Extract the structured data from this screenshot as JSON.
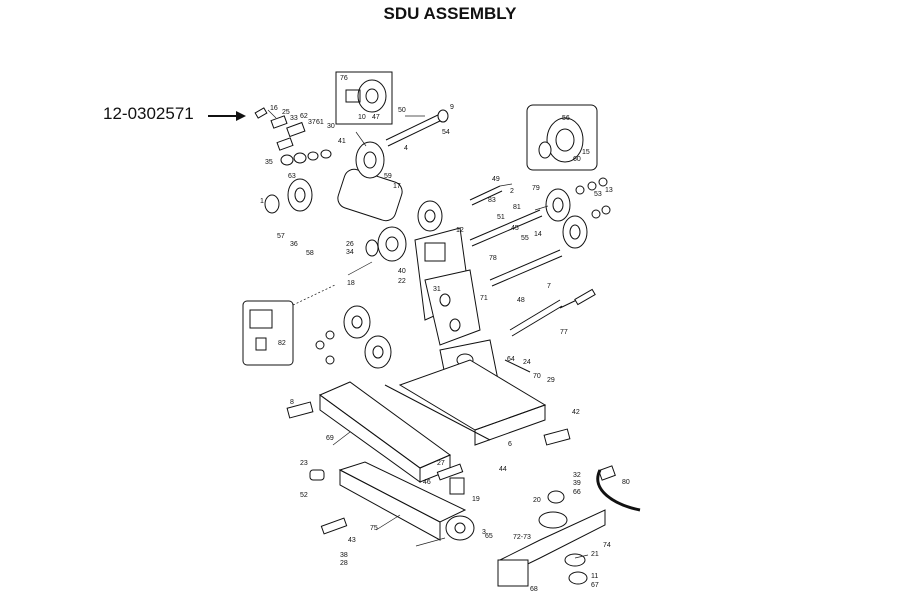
{
  "header": {
    "title": "SDU ASSEMBLY"
  },
  "callout": {
    "part_number": "12-0302571"
  },
  "refs": [
    "16",
    "25",
    "33",
    "62",
    "37",
    "61",
    "30",
    "41",
    "10",
    "47",
    "50",
    "54",
    "76",
    "9",
    "4",
    "35",
    "63",
    "1",
    "59",
    "17",
    "49",
    "2",
    "83",
    "81",
    "51",
    "45",
    "55",
    "14",
    "53",
    "13",
    "79",
    "56",
    "15",
    "60",
    "57",
    "36",
    "58",
    "26",
    "34",
    "78",
    "12",
    "31",
    "18",
    "40",
    "22",
    "82",
    "71",
    "48",
    "7",
    "77",
    "3",
    "64",
    "24",
    "70",
    "29",
    "8",
    "69",
    "42",
    "44",
    "23",
    "27",
    "46",
    "19",
    "52",
    "32",
    "39",
    "66",
    "20",
    "80",
    "43",
    "75",
    "38",
    "28",
    "65",
    "72-73",
    "74",
    "21",
    "11",
    "67",
    "68",
    "6"
  ]
}
